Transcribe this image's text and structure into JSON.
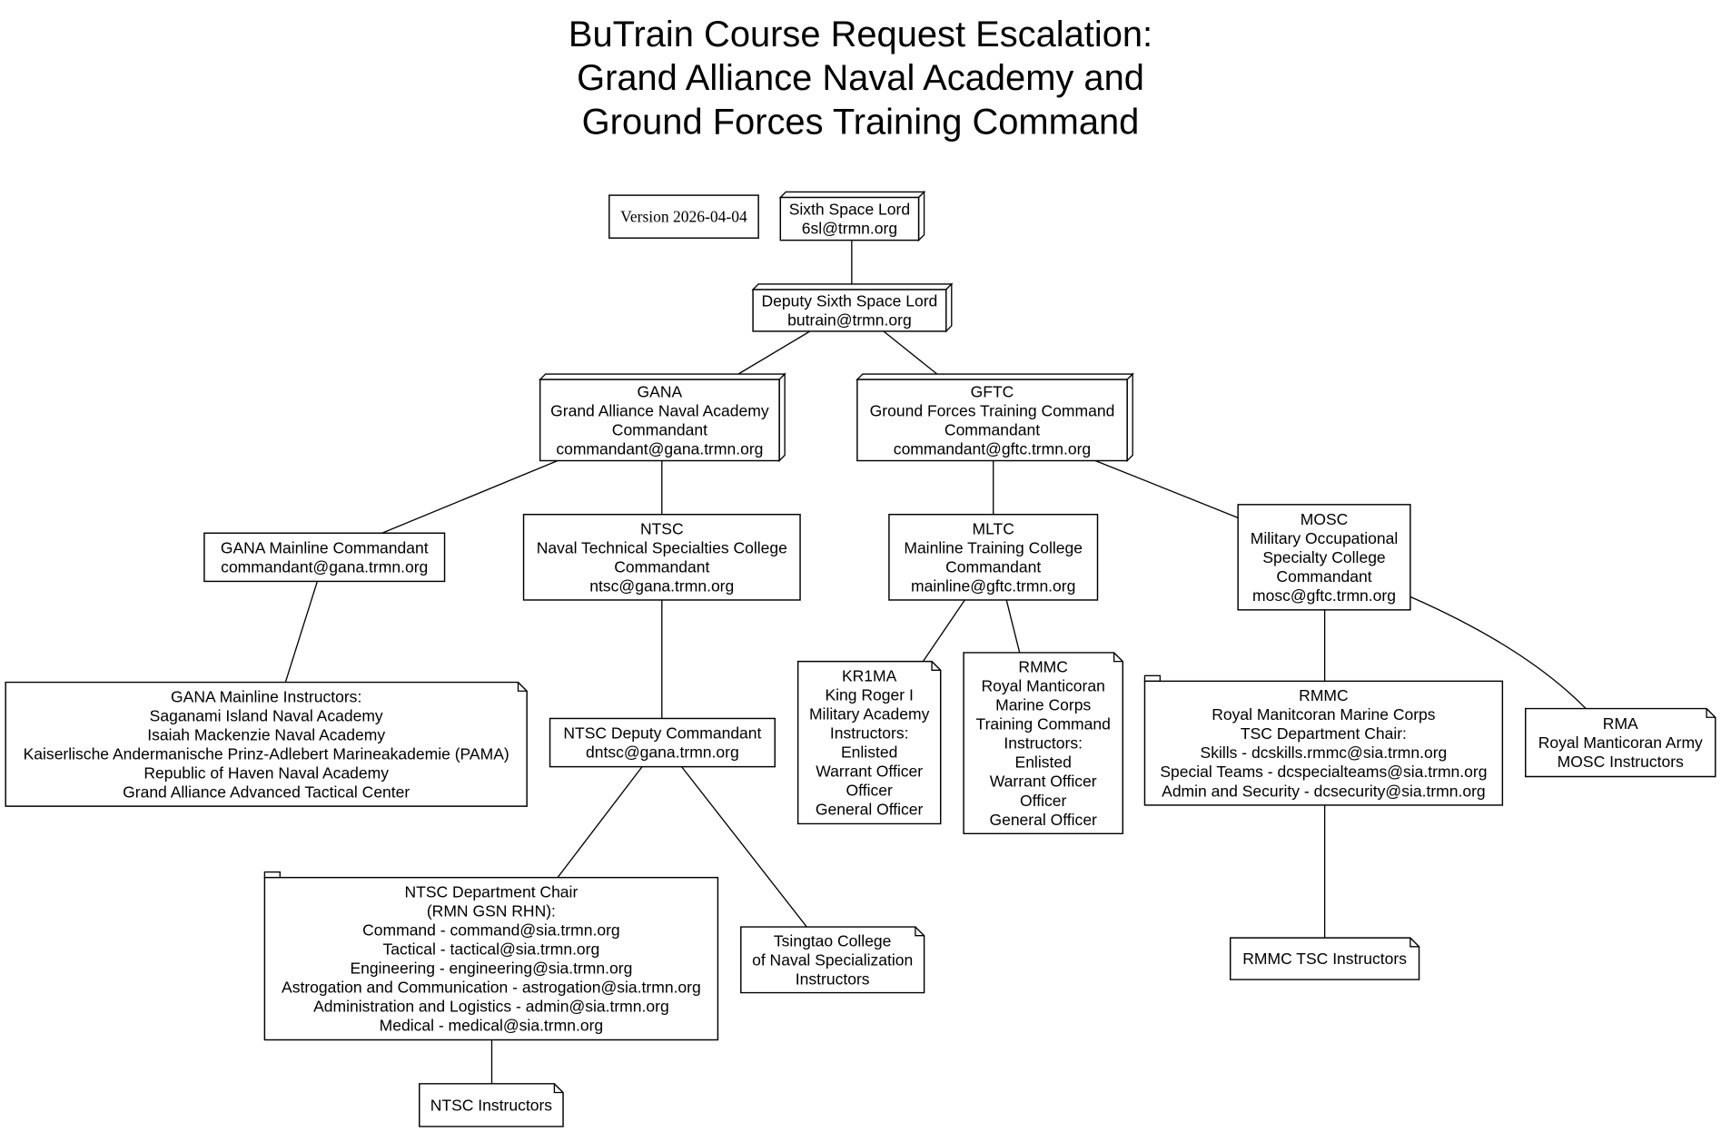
{
  "title": {
    "lines": [
      "BuTrain Course Request Escalation:",
      "Grand Alliance Naval Academy and",
      "Ground Forces Training Command"
    ]
  },
  "version_label": "Version 2026-04-04",
  "nodes": {
    "sixth_space_lord": {
      "kind": "node3d",
      "lines": [
        "Sixth Space Lord",
        "6sl@trmn.org"
      ]
    },
    "deputy_sixth_space_lord": {
      "kind": "node3d",
      "lines": [
        "Deputy Sixth Space Lord",
        "butrain@trmn.org"
      ]
    },
    "gana": {
      "kind": "node3d",
      "lines": [
        "GANA",
        "Grand Alliance Naval Academy",
        "Commandant",
        "commandant@gana.trmn.org"
      ]
    },
    "gftc": {
      "kind": "node3d",
      "lines": [
        "GFTC",
        "Ground Forces Training Command",
        "Commandant",
        "commandant@gftc.trmn.org"
      ]
    },
    "gana_mainline": {
      "kind": "rect",
      "lines": [
        "GANA Mainline Commandant",
        "commandant@gana.trmn.org"
      ]
    },
    "ntsc": {
      "kind": "rect",
      "lines": [
        "NTSC",
        "Naval Technical Specialties College",
        "Commandant",
        "ntsc@gana.trmn.org"
      ]
    },
    "mltc": {
      "kind": "rect",
      "lines": [
        "MLTC",
        "Mainline Training College",
        "Commandant",
        "mainline@gftc.trmn.org"
      ]
    },
    "mosc": {
      "kind": "rect",
      "lines": [
        "MOSC",
        "Military Occupational",
        "Specialty College",
        "Commandant",
        "mosc@gftc.trmn.org"
      ]
    },
    "gana_mainline_instructors": {
      "kind": "note",
      "lines": [
        "GANA Mainline Instructors:",
        "Saganami Island Naval Academy",
        "Isaiah Mackenzie Naval Academy",
        "Kaiserlische Andermanische Prinz-Adlebert Marineakademie (PAMA)",
        "Republic of Haven Naval Academy",
        "Grand Alliance Advanced Tactical Center"
      ]
    },
    "ntsc_deputy": {
      "kind": "rect",
      "lines": [
        "NTSC Deputy Commandant",
        "dntsc@gana.trmn.org"
      ]
    },
    "kr1ma": {
      "kind": "note",
      "lines": [
        "KR1MA",
        "King Roger I",
        "Military Academy",
        "Instructors:",
        "Enlisted",
        "Warrant Officer",
        "Officer",
        "General Officer"
      ]
    },
    "rmmc_training": {
      "kind": "note",
      "lines": [
        "RMMC",
        "Royal Manticoran",
        "Marine Corps",
        "Training Command",
        "Instructors:",
        "Enlisted",
        "Warrant Officer",
        "Officer",
        "General Officer"
      ]
    },
    "rmmc_tsc_chair": {
      "kind": "folder",
      "lines": [
        "RMMC",
        "Royal Manitcoran Marine Corps",
        "TSC Department Chair:",
        "Skills - dcskills.rmmc@sia.trmn.org",
        "Special Teams - dcspecialteams@sia.trmn.org",
        "Admin and Security - dcsecurity@sia.trmn.org"
      ]
    },
    "rma": {
      "kind": "note",
      "lines": [
        "RMA",
        "Royal Manticoran Army",
        "MOSC Instructors"
      ]
    },
    "ntsc_dept_chair": {
      "kind": "folder",
      "lines": [
        "NTSC Department Chair",
        "(RMN GSN RHN):",
        "Command - command@sia.trmn.org",
        "Tactical - tactical@sia.trmn.org",
        "Engineering - engineering@sia.trmn.org",
        "Astrogation and Communication - astrogation@sia.trmn.org",
        "Administration and Logistics - admin@sia.trmn.org",
        "Medical - medical@sia.trmn.org"
      ]
    },
    "tsingtao": {
      "kind": "note",
      "lines": [
        "Tsingtao College",
        "of Naval Specialization",
        "Instructors"
      ]
    },
    "rmmc_tsc_instructors": {
      "kind": "note",
      "lines": [
        "RMMC TSC Instructors"
      ]
    },
    "ntsc_instructors": {
      "kind": "note",
      "lines": [
        "NTSC Instructors"
      ]
    }
  },
  "edges": [
    [
      "sixth_space_lord",
      "deputy_sixth_space_lord"
    ],
    [
      "deputy_sixth_space_lord",
      "gana"
    ],
    [
      "deputy_sixth_space_lord",
      "gftc"
    ],
    [
      "gana",
      "gana_mainline"
    ],
    [
      "gana",
      "ntsc"
    ],
    [
      "gftc",
      "mltc"
    ],
    [
      "gftc",
      "mosc"
    ],
    [
      "gana_mainline",
      "gana_mainline_instructors"
    ],
    [
      "ntsc",
      "ntsc_deputy"
    ],
    [
      "mltc",
      "kr1ma"
    ],
    [
      "mltc",
      "rmmc_training"
    ],
    [
      "mosc",
      "rmmc_tsc_chair"
    ],
    [
      "mosc",
      "rma"
    ],
    [
      "ntsc_deputy",
      "ntsc_dept_chair"
    ],
    [
      "ntsc_deputy",
      "tsingtao"
    ],
    [
      "rmmc_tsc_chair",
      "rmmc_tsc_instructors"
    ],
    [
      "ntsc_dept_chair",
      "ntsc_instructors"
    ]
  ]
}
